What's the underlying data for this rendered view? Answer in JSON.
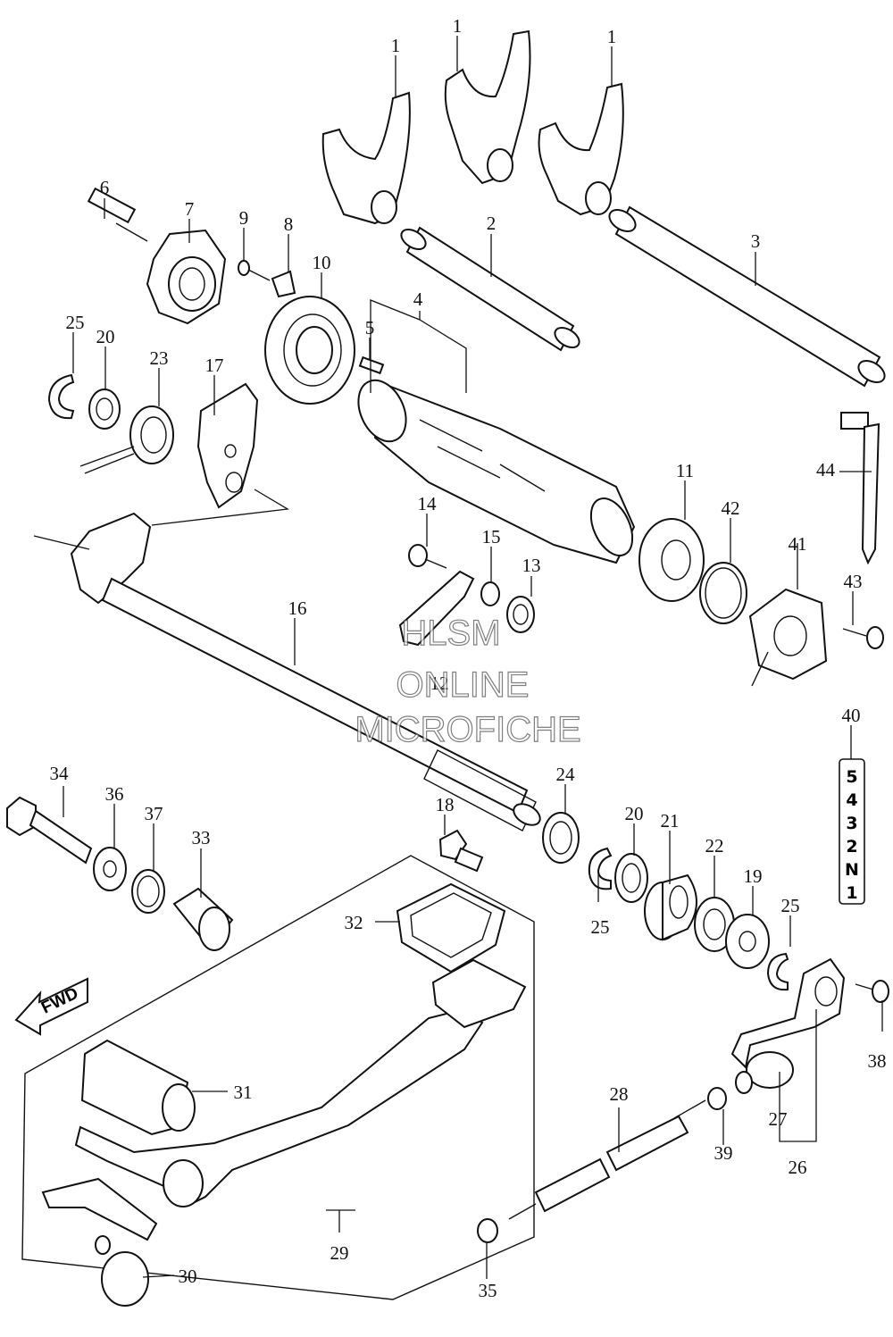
{
  "diagram": {
    "callouts": [
      "1",
      "1",
      "1",
      "2",
      "3",
      "4",
      "5",
      "6",
      "7",
      "8",
      "9",
      "10",
      "11",
      "12",
      "13",
      "14",
      "15",
      "16",
      "17",
      "18",
      "19",
      "20",
      "20",
      "21",
      "22",
      "23",
      "24",
      "25",
      "25",
      "25",
      "26",
      "27",
      "28",
      "29",
      "30",
      "31",
      "32",
      "33",
      "34",
      "35",
      "36",
      "37",
      "38",
      "39",
      "40",
      "41",
      "42",
      "43",
      "44"
    ],
    "gear_positions": [
      "5",
      "4",
      "3",
      "2",
      "N",
      "1"
    ],
    "watermark": [
      "HLSM",
      "ONLINE",
      "MICROFICHE"
    ],
    "fwd_label": "FWD"
  }
}
